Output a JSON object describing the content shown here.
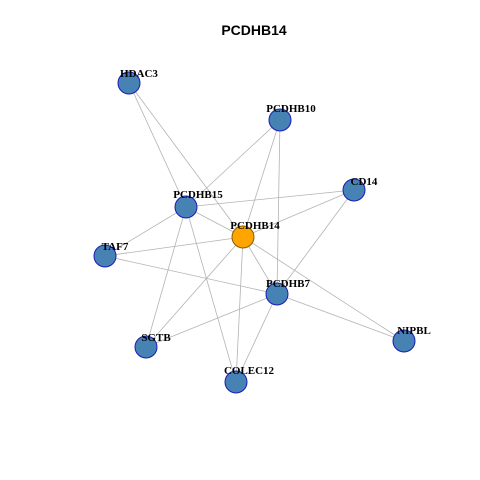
{
  "title": "PCDHB14",
  "colors": {
    "background": "#ffffff",
    "edge": "#b3b3b3",
    "node_fill": "#4682b4",
    "node_stroke": "#1a1ab8",
    "center_fill": "#ffa500",
    "center_stroke": "#8a5a00"
  },
  "nodes": [
    {
      "id": "HDAC3",
      "label": "HDAC3",
      "center": false
    },
    {
      "id": "PCDHB10",
      "label": "PCDHB10",
      "center": false
    },
    {
      "id": "CD14",
      "label": "CD14",
      "center": false
    },
    {
      "id": "PCDHB15",
      "label": "PCDHB15",
      "center": false
    },
    {
      "id": "PCDHB14",
      "label": "PCDHB14",
      "center": true
    },
    {
      "id": "TAF7",
      "label": "TAF7",
      "center": false
    },
    {
      "id": "PCDHB7",
      "label": "PCDHB7",
      "center": false
    },
    {
      "id": "NIPBL",
      "label": "NIPBL",
      "center": false
    },
    {
      "id": "SGTB",
      "label": "SGTB",
      "center": false
    },
    {
      "id": "COLEC12",
      "label": "COLEC12",
      "center": false
    }
  ],
  "edges": [
    [
      "HDAC3",
      "PCDHB15"
    ],
    [
      "HDAC3",
      "PCDHB14"
    ],
    [
      "PCDHB10",
      "PCDHB15"
    ],
    [
      "PCDHB10",
      "PCDHB14"
    ],
    [
      "PCDHB10",
      "PCDHB7"
    ],
    [
      "CD14",
      "PCDHB15"
    ],
    [
      "CD14",
      "PCDHB14"
    ],
    [
      "CD14",
      "PCDHB7"
    ],
    [
      "PCDHB15",
      "PCDHB14"
    ],
    [
      "PCDHB15",
      "TAF7"
    ],
    [
      "PCDHB15",
      "SGTB"
    ],
    [
      "PCDHB15",
      "COLEC12"
    ],
    [
      "PCDHB14",
      "TAF7"
    ],
    [
      "PCDHB14",
      "PCDHB7"
    ],
    [
      "PCDHB14",
      "NIPBL"
    ],
    [
      "PCDHB14",
      "SGTB"
    ],
    [
      "PCDHB14",
      "COLEC12"
    ],
    [
      "TAF7",
      "PCDHB7"
    ],
    [
      "PCDHB7",
      "NIPBL"
    ],
    [
      "PCDHB7",
      "SGTB"
    ],
    [
      "PCDHB7",
      "COLEC12"
    ]
  ]
}
